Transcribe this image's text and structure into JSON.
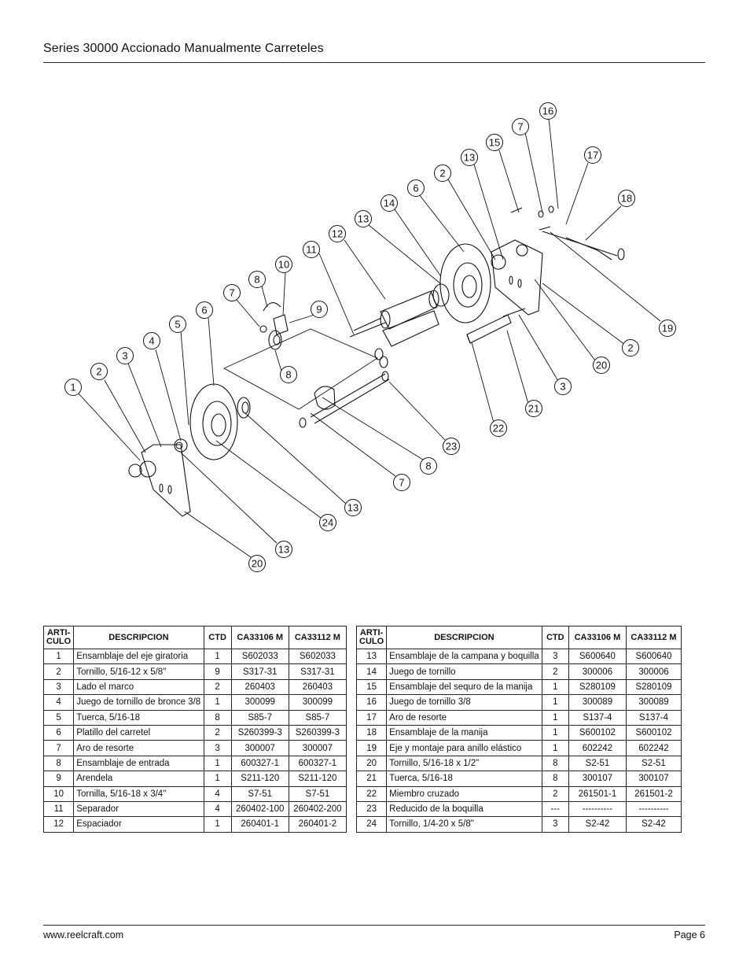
{
  "header": {
    "title": "Series 30000 Accionado Manualmente Carreteles"
  },
  "footer": {
    "website": "www.reelcraft.com",
    "page": "Page 6"
  },
  "diagram": {
    "callouts": [
      "1",
      "2",
      "3",
      "4",
      "5",
      "6",
      "7",
      "8",
      "10",
      "8",
      "9",
      "11",
      "12",
      "13",
      "14",
      "6",
      "2",
      "13",
      "15",
      "7",
      "16",
      "17",
      "18",
      "19",
      "2",
      "20",
      "3",
      "21",
      "22",
      "23",
      "8",
      "7",
      "13",
      "24",
      "13",
      "20"
    ]
  },
  "table_headers": [
    "ARTI-CULO",
    "DESCRIPCION",
    "CTD",
    "CA33106 M",
    "CA33112 M"
  ],
  "table_left": [
    {
      "item": "1",
      "desc": "Ensamblaje del eje giratoria",
      "qty": "1",
      "a": "S602033",
      "b": "S602033"
    },
    {
      "item": "2",
      "desc": "Tornillo, 5/16-12 x 5/8\"",
      "qty": "9",
      "a": "S317-31",
      "b": "S317-31"
    },
    {
      "item": "3",
      "desc": "Lado el marco",
      "qty": "2",
      "a": "260403",
      "b": "260403"
    },
    {
      "item": "4",
      "desc": "Juego de tornillo de bronce 3/8",
      "qty": "1",
      "a": "300099",
      "b": "300099"
    },
    {
      "item": "5",
      "desc": "Tuerca, 5/16-18",
      "qty": "8",
      "a": "S85-7",
      "b": "S85-7"
    },
    {
      "item": "6",
      "desc": "Platillo del carretel",
      "qty": "2",
      "a": "S260399-3",
      "b": "S260399-3"
    },
    {
      "item": "7",
      "desc": "Aro de resorte",
      "qty": "3",
      "a": "300007",
      "b": "300007"
    },
    {
      "item": "8",
      "desc": "Ensamblaje de entrada",
      "qty": "1",
      "a": "600327-1",
      "b": "600327-1"
    },
    {
      "item": "9",
      "desc": "Arendela",
      "qty": "1",
      "a": "S211-120",
      "b": "S211-120"
    },
    {
      "item": "10",
      "desc": "Tornilla, 5/16-18 x 3/4\"",
      "qty": "4",
      "a": "S7-51",
      "b": "S7-51"
    },
    {
      "item": "11",
      "desc": "Separador",
      "qty": "4",
      "a": "260402-100",
      "b": "260402-200"
    },
    {
      "item": "12",
      "desc": "Espaciador",
      "qty": "1",
      "a": "260401-1",
      "b": "260401-2"
    }
  ],
  "table_right": [
    {
      "item": "13",
      "desc": "Ensamblaje de la campana y boquilla",
      "qty": "3",
      "a": "S600640",
      "b": "S600640"
    },
    {
      "item": "14",
      "desc": "Juego de tornillo",
      "qty": "2",
      "a": "300006",
      "b": "300006"
    },
    {
      "item": "15",
      "desc": "Ensamblaje del sequro de la manija",
      "qty": "1",
      "a": "S280109",
      "b": "S280109"
    },
    {
      "item": "16",
      "desc": "Juego de tornillo 3/8",
      "qty": "1",
      "a": "300089",
      "b": "300089"
    },
    {
      "item": "17",
      "desc": "Aro de resorte",
      "qty": "1",
      "a": "S137-4",
      "b": "S137-4"
    },
    {
      "item": "18",
      "desc": "Ensamblaje de la manija",
      "qty": "1",
      "a": "S600102",
      "b": "S600102"
    },
    {
      "item": "19",
      "desc": "Eje y montaje para anillo elástico",
      "qty": "1",
      "a": "602242",
      "b": "602242"
    },
    {
      "item": "20",
      "desc": "Tornillo, 5/16-18 x 1/2\"",
      "qty": "8",
      "a": "S2-51",
      "b": "S2-51"
    },
    {
      "item": "21",
      "desc": "Tuerca, 5/16-18",
      "qty": "8",
      "a": "300107",
      "b": "300107"
    },
    {
      "item": "22",
      "desc": "Miembro cruzado",
      "qty": "2",
      "a": "261501-1",
      "b": "261501-2"
    },
    {
      "item": "23",
      "desc": "Reducido de la boquilla",
      "qty": "---",
      "a": "----------",
      "b": "----------"
    },
    {
      "item": "24",
      "desc": "Tornillo, 1/4-20 x 5/8\"",
      "qty": "3",
      "a": "S2-42",
      "b": "S2-42"
    }
  ]
}
